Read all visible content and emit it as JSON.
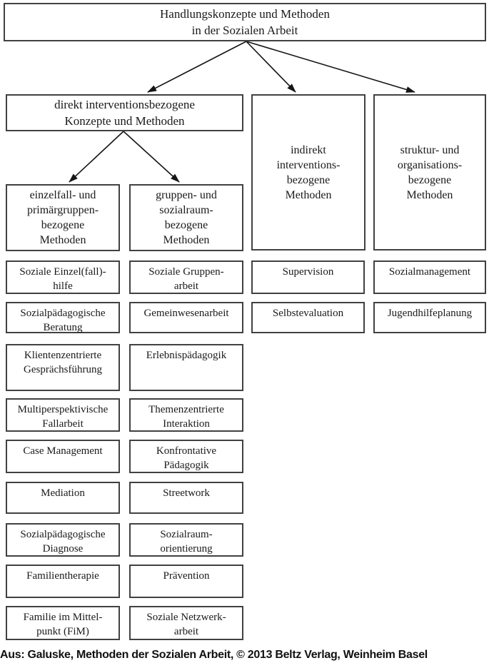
{
  "root_box": {
    "text": "Handlungskonzepte und Methoden\nin der Sozialen Arbeit"
  },
  "branches": [
    {
      "id": "direkt",
      "label": "direkt interventionsbezogene\nKonzepte und Methoden"
    },
    {
      "id": "indirekt",
      "label": "indirekt\ninterventions-\nbezogene\nMethoden"
    },
    {
      "id": "struktur",
      "label": "struktur- und\norganisations-\nbezogene\nMethoden"
    }
  ],
  "subbranches": [
    {
      "id": "einzelfall",
      "label": "einzelfall- und\nprimärgruppen-\nbezogene\nMethoden"
    },
    {
      "id": "gruppen",
      "label": "gruppen- und\nsozialraum-\nbezogene\nMethoden"
    }
  ],
  "method_columns": [
    {
      "id": "einzelfall-methoden",
      "items": [
        "Soziale Einzel(fall)-\nhilfe",
        "Sozialpädagogische\nBeratung",
        "Klientenzentrierte\nGesprächsführung",
        "Multiperspektivische\nFallarbeit",
        "Case Management",
        "Mediation",
        "Sozialpädagogische\nDiagnose",
        "Familientherapie",
        "Familie im Mittel-\npunkt (FiM)"
      ]
    },
    {
      "id": "gruppen-methoden",
      "items": [
        "Soziale Gruppen-\narbeit",
        "Gemeinwesenarbeit",
        "Erlebnispädagogik",
        "Themenzentrierte\nInteraktion",
        "Konfrontative\nPädagogik",
        "Streetwork",
        "Sozialraum-\norientierung",
        "Prävention",
        "Soziale Netzwerk-\narbeit"
      ]
    },
    {
      "id": "indirekt-methoden",
      "items": [
        "Supervision",
        "Selbstevaluation"
      ]
    },
    {
      "id": "struktur-methoden",
      "items": [
        "Sozialmanagement",
        "Jugendhilfeplanung"
      ]
    }
  ],
  "caption": "Aus: Galuske, Methoden der Sozialen Arbeit, © 2013 Beltz Verlag, Weinheim Basel",
  "colors": {
    "background": "#ffffff",
    "box_border": "#414141",
    "text": "#1a1a1a",
    "arrow": "#151515"
  }
}
